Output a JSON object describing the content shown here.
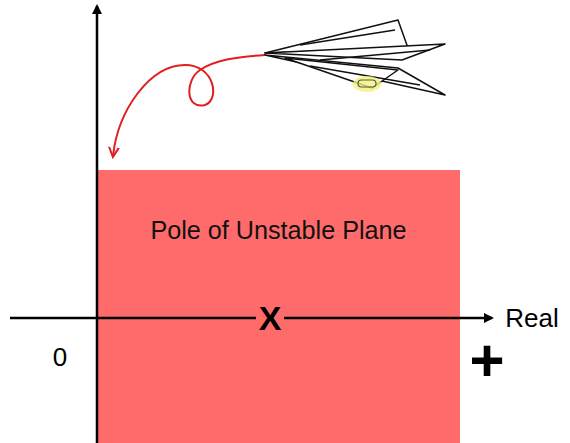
{
  "diagram": {
    "nodes": [
      {
        "text": [
          "Pole of Unstable Plane"
        ]
      }
    ],
    "labels": [
      "X",
      "Real",
      "0",
      "+"
    ]
  }
}
